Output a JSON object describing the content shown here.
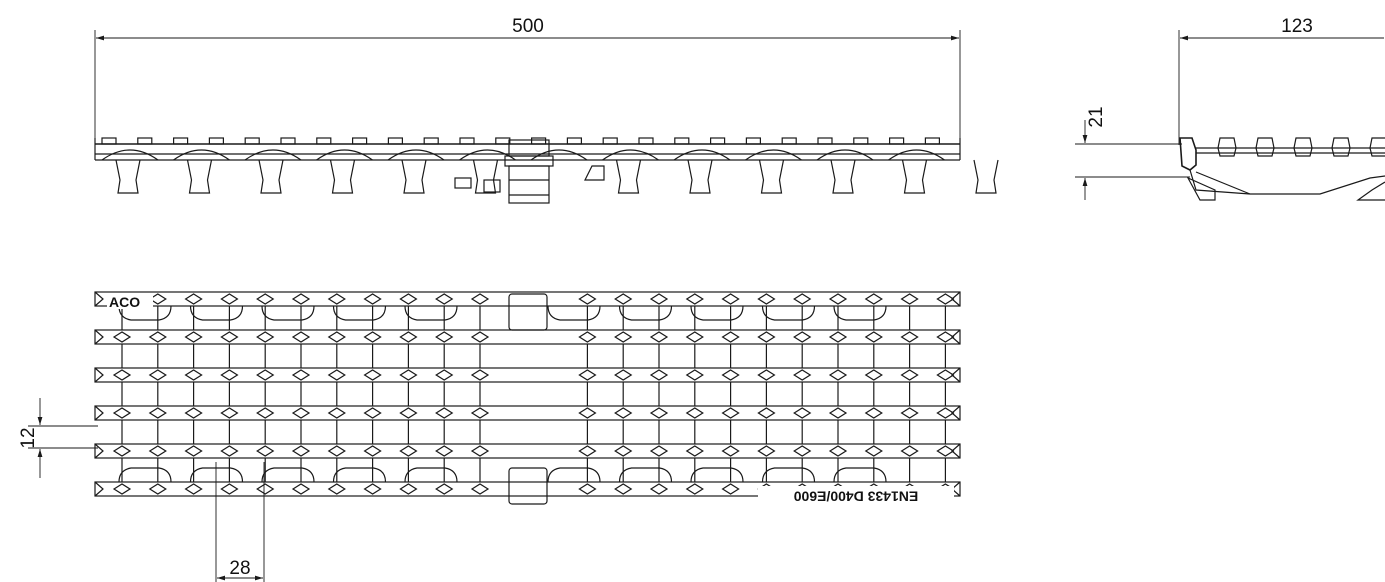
{
  "dimensions": {
    "length": "500",
    "width": "123",
    "height": "21",
    "slot_width": "12",
    "pitch": "28"
  },
  "markings": {
    "brand": "ACO",
    "standard": "EN1433 D400/E600"
  }
}
